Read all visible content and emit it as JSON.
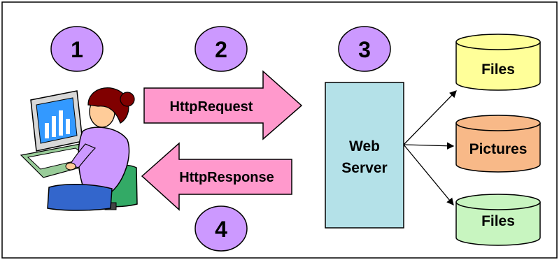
{
  "steps": [
    "1",
    "2",
    "3",
    "4"
  ],
  "request_label": "HttpRequest",
  "response_label": "HttpResponse",
  "server_label_line1": "Web",
  "server_label_line2": "Server",
  "storage": [
    {
      "label": "Files",
      "color": "#ffff99"
    },
    {
      "label": "Pictures",
      "color": "#f8b988"
    },
    {
      "label": "Files",
      "color": "#c8f5c0"
    }
  ],
  "colors": {
    "step_circle": "#cc99ff",
    "arrow_fill": "#ff99cc",
    "server_box": "#b4e1e8",
    "frame": "#000000"
  },
  "icons": {
    "client": "person-at-computer-icon",
    "storage": "database-cylinder-icon"
  }
}
